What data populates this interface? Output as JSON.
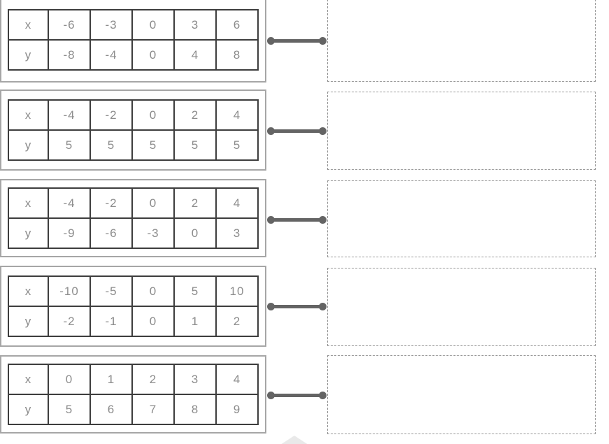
{
  "colors": {
    "connector": "#646464",
    "table_border": "#3d3d3d",
    "card_border": "#a6a6a6",
    "slot_border": "#999999",
    "cell_text": "#8c8c8c"
  },
  "row_header": {
    "x": "x",
    "y": "y"
  },
  "tables": [
    {
      "x_values": [
        "-6",
        "-3",
        "0",
        "3",
        "6"
      ],
      "y_values": [
        "-8",
        "-4",
        "0",
        "4",
        "8"
      ]
    },
    {
      "x_values": [
        "-4",
        "-2",
        "0",
        "2",
        "4"
      ],
      "y_values": [
        "5",
        "5",
        "5",
        "5",
        "5"
      ]
    },
    {
      "x_values": [
        "-4",
        "-2",
        "0",
        "2",
        "4"
      ],
      "y_values": [
        "-9",
        "-6",
        "-3",
        "0",
        "3"
      ]
    },
    {
      "x_values": [
        "-10",
        "-5",
        "0",
        "5",
        "10"
      ],
      "y_values": [
        "-2",
        "-1",
        "0",
        "1",
        "2"
      ]
    },
    {
      "x_values": [
        "0",
        "1",
        "2",
        "3",
        "4"
      ],
      "y_values": [
        "5",
        "6",
        "7",
        "8",
        "9"
      ]
    }
  ]
}
